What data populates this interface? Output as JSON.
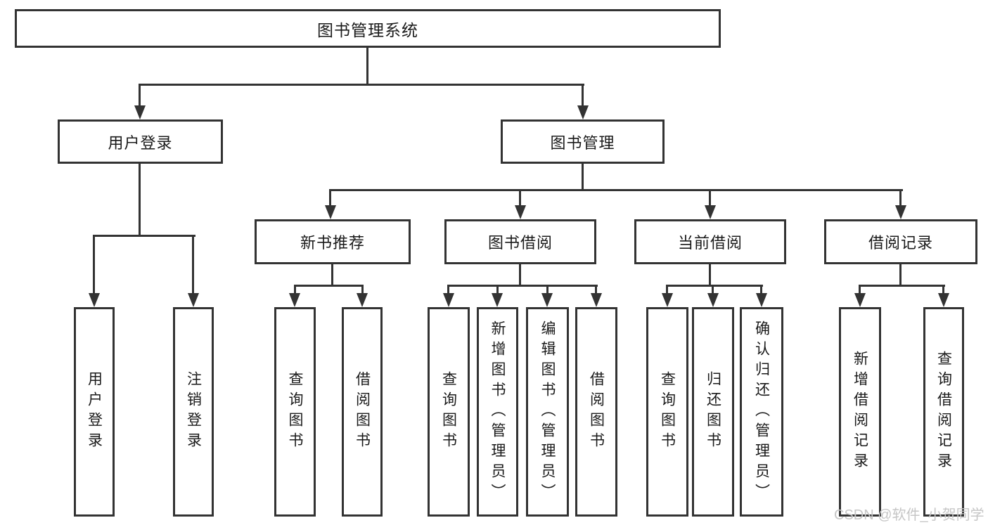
{
  "tree": {
    "label": "图书管理系统",
    "children": [
      {
        "label": "用户登录",
        "children": [
          {
            "label": "用户登录"
          },
          {
            "label": "注销登录"
          }
        ]
      },
      {
        "label": "图书管理",
        "children": [
          {
            "label": "新书推荐",
            "children": [
              {
                "label": "查询图书"
              },
              {
                "label": "借阅图书"
              }
            ]
          },
          {
            "label": "图书借阅",
            "children": [
              {
                "label": "查询图书"
              },
              {
                "label": "新增图书（管理员）"
              },
              {
                "label": "编辑图书（管理员）"
              },
              {
                "label": "借阅图书"
              }
            ]
          },
          {
            "label": "当前借阅",
            "children": [
              {
                "label": "查询图书"
              },
              {
                "label": "归还图书"
              },
              {
                "label": "确认归还（管理员）"
              }
            ]
          },
          {
            "label": "借阅记录",
            "children": [
              {
                "label": "新增借阅记录"
              },
              {
                "label": "查询借阅记录"
              }
            ]
          }
        ]
      }
    ]
  },
  "watermark": {
    "text": "CSDN @软件_小贺同学"
  },
  "colors": {
    "background": "#ffffff",
    "line": "#333333",
    "box_border": "#333333",
    "text": "#1a1a1a",
    "watermark": "#c6c6c6"
  }
}
